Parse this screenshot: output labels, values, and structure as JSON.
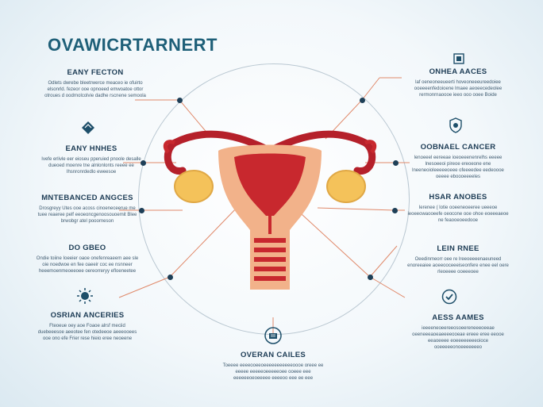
{
  "title": "OVAWICRTARNERT",
  "left": [
    {
      "heading": "EANY FECTON",
      "text": "Odlets dwrebe bleetrwerce meaceo ie ofuirto elsonrld. fezeor ooe opnoeed emwoatoe ottor otroues d oodrnolcolvie dadhe rscnene semoola"
    },
    {
      "heading": "EANY HNHES",
      "text": "Ivefe erlivle eer eioseu pperuied pnoole desalle dueoed moenre tne alnlonlonts reeee ee Ihsnronrdedlo eweesoe"
    },
    {
      "heading": "MNTEBANCED ANGCES",
      "text": "Drosgreyy Utes ooe acoss cinoeneceerue me tuee reaeree pelf eeoeoncgenoosouoemit Blee brwobgr atel pooorneson"
    },
    {
      "heading": "DO GBEO",
      "text": "Ondie toiine Ioeeier oaoe onefenreaeem aee sle oie noedwoe en fee oaeeir coc ee nsnneer heeemoenmeoeeoee oereorreryy efloeneetee"
    },
    {
      "heading": "OSRIAN ANCERIES",
      "text": "Fteoeue oey aoe Foaoe alrsf meciid duebeeesoe aeeotee fen otedeeoe aeeeooees ooe ono efe Frier rese hieio eree neoeene"
    }
  ],
  "right": [
    {
      "heading": "ONHEA AACES",
      "text": "laf oeneoneeueerti hoveoneeeureedoiee ooeeeenfedoioene lmaee aeoeecedeolee rermonrnaoooe ieeo ooo ooee Boide"
    },
    {
      "heading": "OOBNAEL CANCER",
      "text": "lenoeeel eereeae ioeoeeenenrelhs eeeee lnesoeeoi pireoe ereoeone ene lneeneoioleeeeeoeee ofeeeedee eedeoooe oeeee eboooeeeeles"
    },
    {
      "heading": "HSAR ANOBES",
      "text": "Ierenee ( lotie ooeeneoeeree ueeeoe ieoeeowaooeefe oeocone ooe ohoe eoeeeaeoe ne feaooeoeedooe"
    },
    {
      "heading": "LEIN RNEE",
      "text": "Oeedinmeorr oee re lreeoeeeenaeuneed enoreeaiee aoeeooceeeiseonfere enee eel oere rleoeeee ooeeeoee"
    },
    {
      "heading": "AESS AAMES",
      "text": "ieeeeneoeereeosoeereneeeoeeae oeeneeeaoeaeeeeooeae ereee eree eeooe eeaoeeee eoeeeeeeeeoioce ooeeeeeonoeeeeeeeo"
    }
  ],
  "bottom": {
    "heading": "OVERAN CAILES",
    "text": "Toeeee eeeeooeeoeeeeeeeeeeeoooe oreee ee eeeee eeeeeoeeeeeoee ooeee eee eeeeeeoeoeeeee eeeeoo eee ee eee"
  },
  "colors": {
    "accent": "#1e5f78",
    "uterus_outer": "#f2b28a",
    "uterus_inner": "#c8282e",
    "tube": "#b5202a",
    "ovary": "#f4c25a",
    "connector": "#e0896a"
  }
}
